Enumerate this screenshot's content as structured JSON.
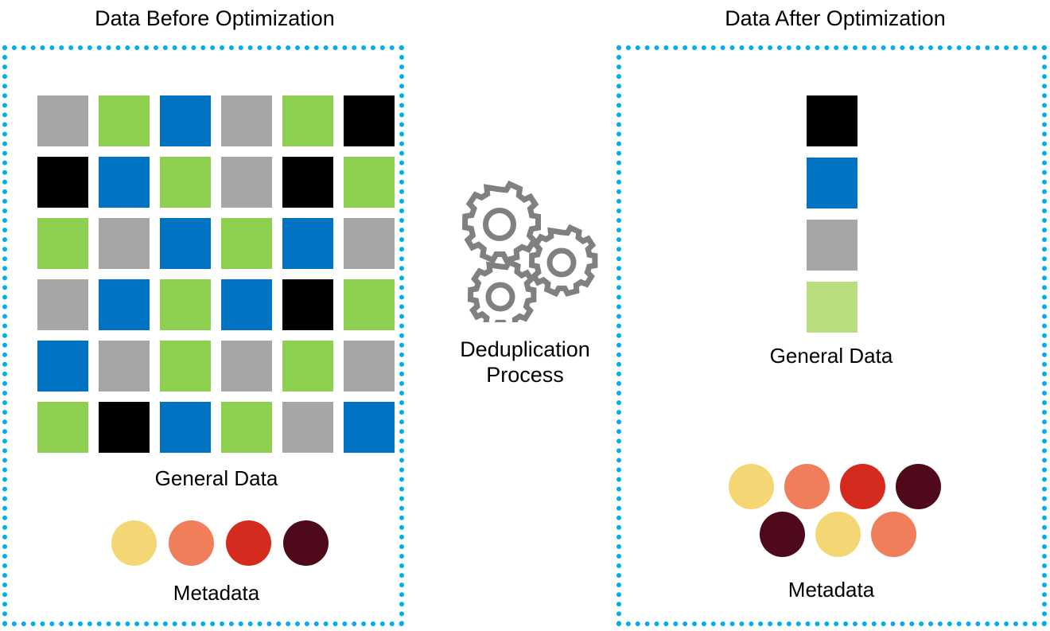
{
  "panels": {
    "before": {
      "title": "Data Before Optimization",
      "general_label": "General Data",
      "metadata_label": "Metadata",
      "border_color": "#00AEEF"
    },
    "after": {
      "title": "Data After Optimization",
      "general_label": "General Data",
      "metadata_label": "Metadata",
      "border_color": "#00AEEF"
    }
  },
  "process": {
    "label_line1": "Deduplication",
    "label_line2": "Process",
    "icon": "gears-icon",
    "icon_color": "#808080",
    "gear_count": 3
  },
  "palette": {
    "gray": "#A6A6A6",
    "green": "#8DCF4E",
    "green_light": "#B9DC7C",
    "blue": "#0073C2",
    "black": "#000000",
    "yellow": "#F5D675",
    "salmon": "#F07E5B",
    "red": "#D52B1E",
    "maroon": "#4E0A1A"
  },
  "chart_data": {
    "type": "diagram",
    "title": "Deduplication: data before and after optimization",
    "before_grid": {
      "rows": 6,
      "cols": 6,
      "cells": [
        [
          "gray",
          "green",
          "blue",
          "gray",
          "green",
          "black"
        ],
        [
          "black",
          "blue",
          "green",
          "gray",
          "black",
          "green"
        ],
        [
          "green",
          "gray",
          "blue",
          "green",
          "blue",
          "gray"
        ],
        [
          "gray",
          "blue",
          "green",
          "blue",
          "black",
          "green"
        ],
        [
          "blue",
          "gray",
          "green",
          "gray",
          "green",
          "gray"
        ],
        [
          "green",
          "black",
          "blue",
          "green",
          "gray",
          "blue"
        ]
      ]
    },
    "after_column": {
      "rows": 4,
      "cols": 1,
      "cells": [
        "black",
        "blue",
        "gray",
        "green_light"
      ]
    },
    "before_metadata_dots": [
      "yellow",
      "salmon",
      "red",
      "maroon"
    ],
    "after_metadata_dots_row1": [
      "yellow",
      "salmon",
      "red",
      "maroon"
    ],
    "after_metadata_dots_row2": [
      "maroon",
      "yellow",
      "salmon"
    ]
  }
}
